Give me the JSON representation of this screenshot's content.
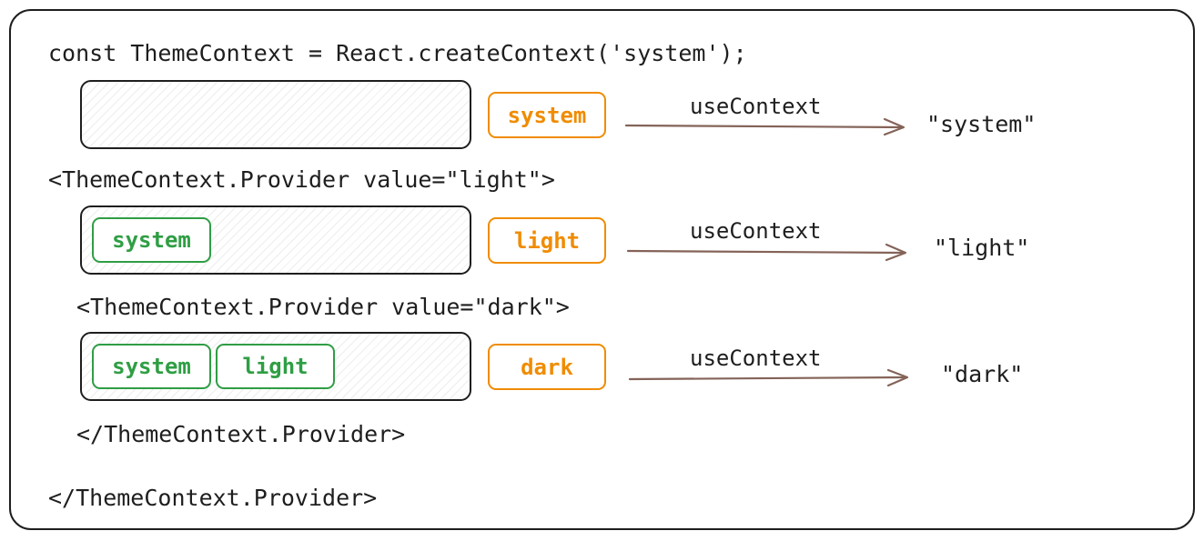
{
  "code_lines": {
    "create_context": "const ThemeContext = React.createContext('system');",
    "provider_light_open": "<ThemeContext.Provider value=\"light\">",
    "provider_dark_open": "<ThemeContext.Provider value=\"dark\">",
    "provider_dark_close": "</ThemeContext.Provider>",
    "provider_light_close": "</ThemeContext.Provider>"
  },
  "rows": [
    {
      "inherited": [],
      "current": "system",
      "hook": "useContext",
      "result": "\"system\""
    },
    {
      "inherited": [
        "system"
      ],
      "current": "light",
      "hook": "useContext",
      "result": "\"light\""
    },
    {
      "inherited": [
        "system",
        "light"
      ],
      "current": "dark",
      "hook": "useContext",
      "result": "\"dark\""
    }
  ],
  "colors": {
    "inherited_chip": "#2f9e44",
    "current_chip": "#f08c00",
    "arrow": "#846358",
    "text": "#1e1e1e"
  }
}
